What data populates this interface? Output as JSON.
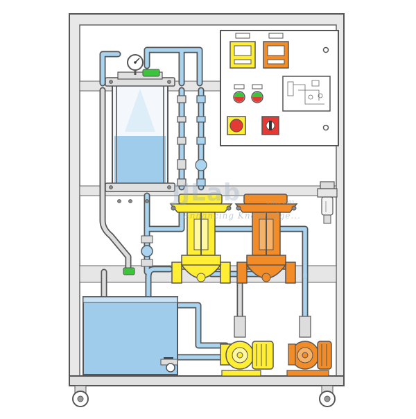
{
  "diagram": {
    "colors": {
      "frame": "#e6e6e6",
      "frame_stroke": "#555555",
      "pipe": "#a9d3ee",
      "water": "#a9d3ee",
      "tank_water": "#9fcceb",
      "valve_yellow": "#ffee33",
      "valve_orange": "#f28c28",
      "panel_fill": "#ffffff",
      "indicator_red": "#e53935",
      "indicator_green": "#3cc43c"
    },
    "components": [
      "level-column",
      "pressure-gauge",
      "control-panel",
      "yellow-control-valve",
      "orange-control-valve",
      "yellow-pump",
      "orange-pump",
      "reservoir-tank",
      "air-filter-regulator"
    ]
  },
  "watermark": {
    "main": "JJLab",
    "since": "SINCE 2001",
    "tagline": "Enhancing Knowledge..."
  }
}
